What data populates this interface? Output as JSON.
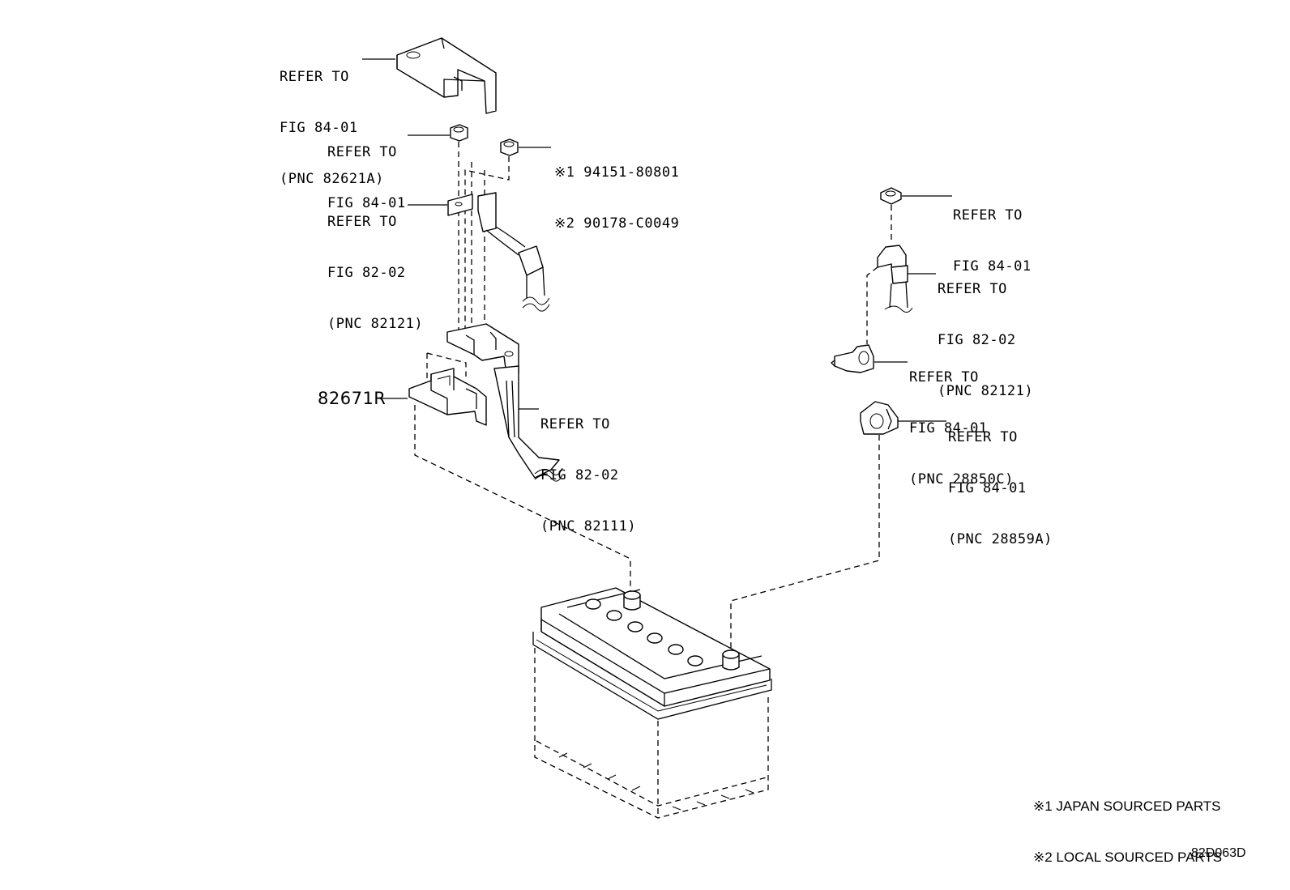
{
  "callouts": {
    "cover": {
      "line1": "REFER TO",
      "line2": "FIG 84-01",
      "line3": "(PNC 82621A)"
    },
    "nut_left": {
      "line1": "REFER TO",
      "line2": "FIG 84-01"
    },
    "nut_part": {
      "line1": "※1 94151-80801",
      "line2": "※2 90178-C0049"
    },
    "terminal_left": {
      "line1": "REFER TO",
      "line2": "FIG 82-02",
      "line3": "(PNC 82121)"
    },
    "cable_main": {
      "line1": "REFER TO",
      "line2": "FIG 82-02",
      "line3": "(PNC 82111)"
    },
    "bolt_right": {
      "line1": "REFER TO",
      "line2": "FIG 84-01"
    },
    "terminal_right": {
      "line1": "REFER TO",
      "line2": "FIG 82-02",
      "line3": "(PNC 82121)"
    },
    "clamp_right": {
      "line1": "REFER TO",
      "line2": "FIG 84-01",
      "line3": "(PNC 28850C)"
    },
    "sensor_right": {
      "line1": "REFER TO",
      "line2": "FIG 84-01",
      "line3": "(PNC 28859A)"
    }
  },
  "part_number": "82671R",
  "notes": {
    "note1": "※1 JAPAN SOURCED PARTS",
    "note2": "※2 LOCAL SOURCED PARTS"
  },
  "figure_id": "82D063D"
}
